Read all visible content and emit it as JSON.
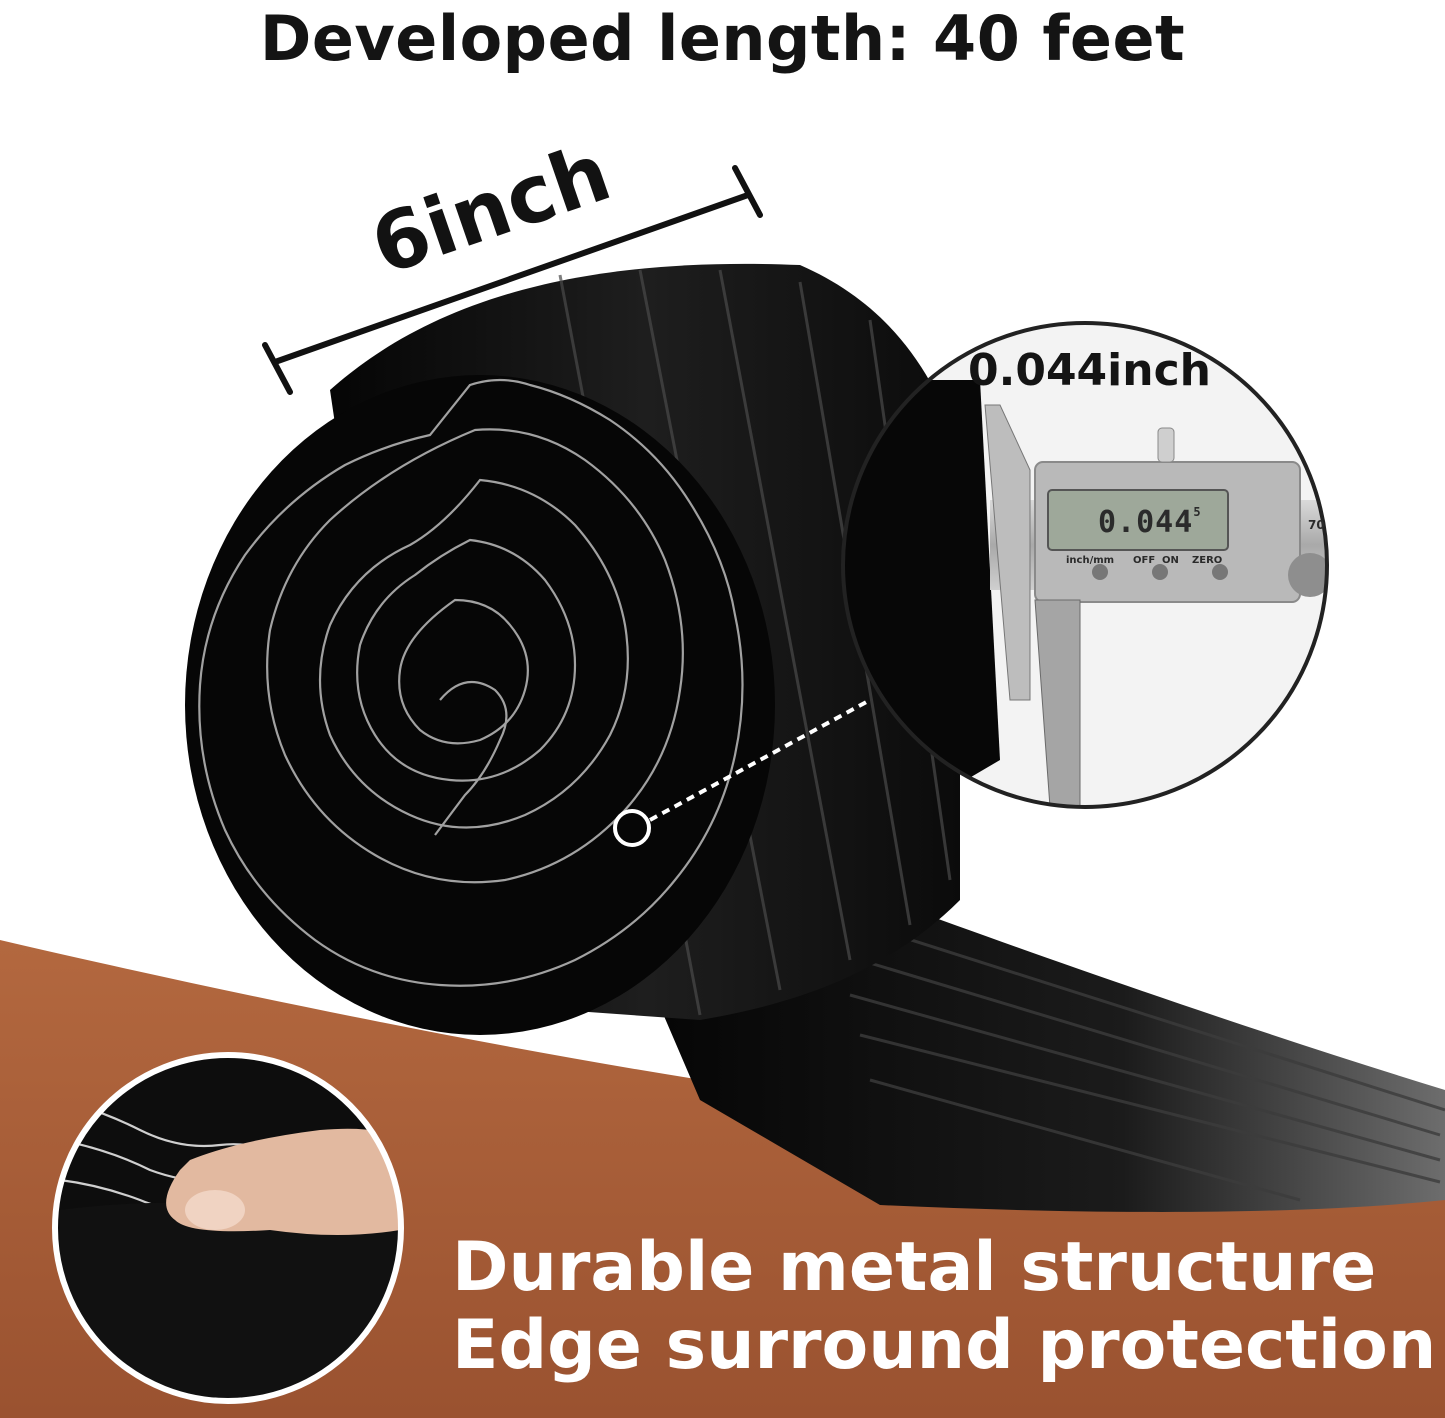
{
  "headline": "Developed length: 40 feet",
  "dimensions": {
    "width_label": "6inch",
    "thickness_label": "0.044inch"
  },
  "caliper": {
    "display_value": "0.044",
    "display_unit": "5",
    "button_unit": "inch/mm",
    "button_off": "OFF",
    "button_on": "ON",
    "button_zero": "ZERO",
    "scale_number": "70"
  },
  "features": {
    "line1": "Durable metal structure",
    "line2": "Edge surround protection"
  },
  "colors": {
    "band": "#a65a35",
    "metal": "#0b0b0b",
    "text_dark": "#141414",
    "text_light": "#ffffff"
  }
}
